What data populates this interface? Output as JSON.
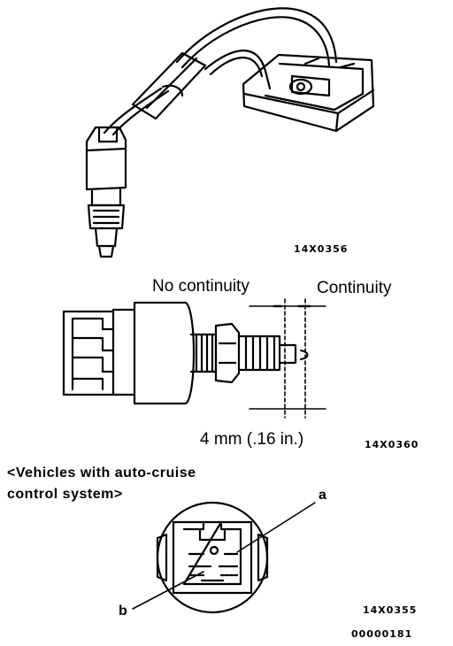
{
  "figure1": {
    "code": "14X0356"
  },
  "figure2": {
    "label_no_continuity": "No continuity",
    "label_continuity": "Continuity",
    "dimension": "4 mm (.16 in.)",
    "code": "14X0360"
  },
  "figure3": {
    "heading_line1": "<Vehicles with auto-cruise",
    "heading_line2": "control system>",
    "label_a": "a",
    "label_b": "b",
    "code": "14X0355"
  },
  "document_code": "00000181"
}
